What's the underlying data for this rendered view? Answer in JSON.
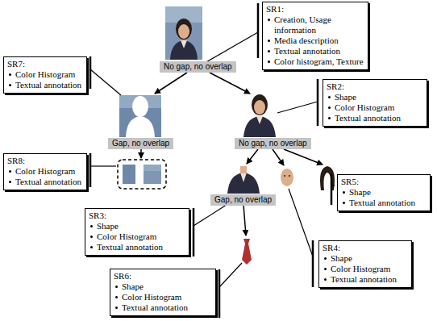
{
  "diagram": {
    "nodes": [
      {
        "text": [
          "SR1:",
          "Creation, Usage information",
          "Media description",
          "Textual annotation",
          "Color histogram, Texture"
        ]
      },
      {
        "text": [
          "No gap, no overlap"
        ]
      },
      {
        "text": [
          "SR7:",
          "Color Histogram",
          "Textual annotation"
        ]
      },
      {
        "text": [
          "SR2:",
          "Shape",
          "Color Histogram",
          "Textual annotation"
        ]
      },
      {
        "text": [
          "Gap, no overlap"
        ]
      },
      {
        "text": [
          "No gap, no overlap"
        ]
      },
      {
        "text": [
          "SR8:",
          "Color Histogram",
          "Textual annotation"
        ]
      },
      {
        "text": [
          "SR5:",
          "Shape",
          "Textual annotation"
        ]
      },
      {
        "text": [
          "Gap, no overlap"
        ]
      },
      {
        "text": [
          "SR3:",
          "Shape",
          "Color Histogram",
          "Textual annotation"
        ]
      },
      {
        "text": [
          "SR4:",
          "Shape",
          "Color Histogram",
          "Textual annotation"
        ]
      },
      {
        "text": [
          "SR6:",
          "Shape",
          "Color Histogram",
          "Textual annotation"
        ]
      }
    ]
  }
}
